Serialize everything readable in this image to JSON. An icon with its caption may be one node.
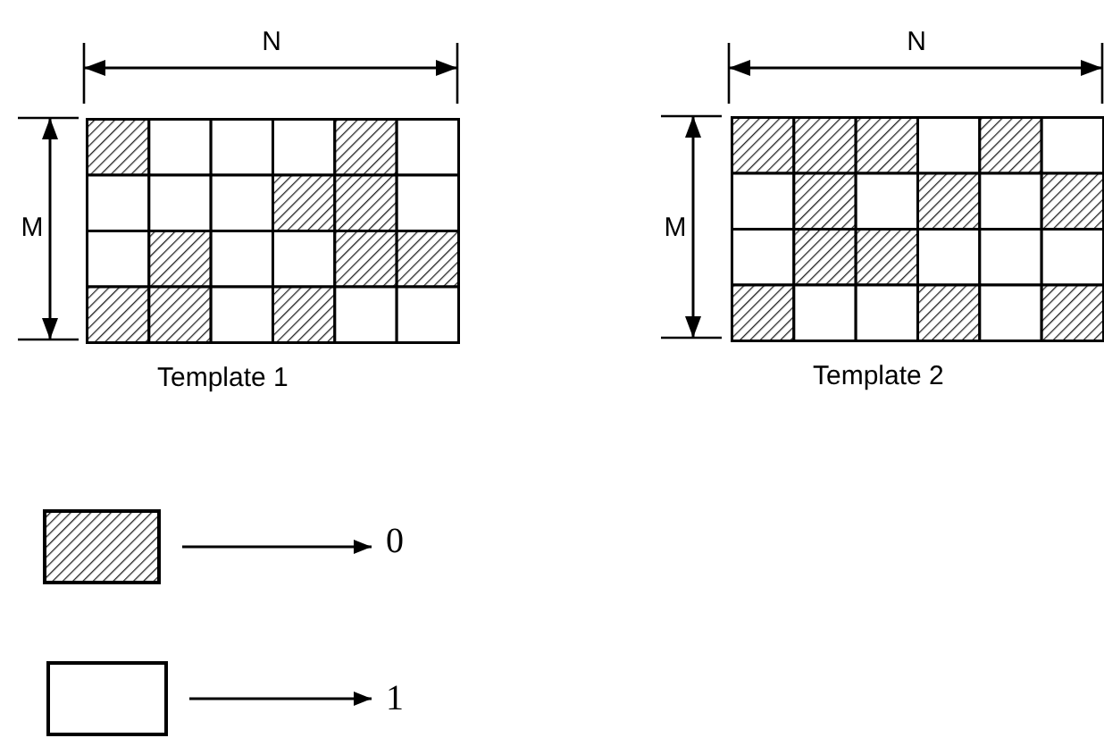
{
  "diagram": {
    "nodes": [
      {
        "text": [
          "Template 1"
        ]
      },
      {
        "text": [
          "Template 2"
        ]
      },
      {
        "text": [],
        "shape": "box"
      },
      {
        "text": [
          "0"
        ]
      },
      {
        "text": [],
        "shape": "box"
      },
      {
        "text": [
          "1"
        ]
      }
    ],
    "edges": [
      {
        "from": 2,
        "to": 3,
        "arrow": "to"
      },
      {
        "from": 4,
        "to": 5,
        "arrow": "to"
      }
    ],
    "labels": [
      "N",
      "M",
      "N",
      "M"
    ]
  }
}
